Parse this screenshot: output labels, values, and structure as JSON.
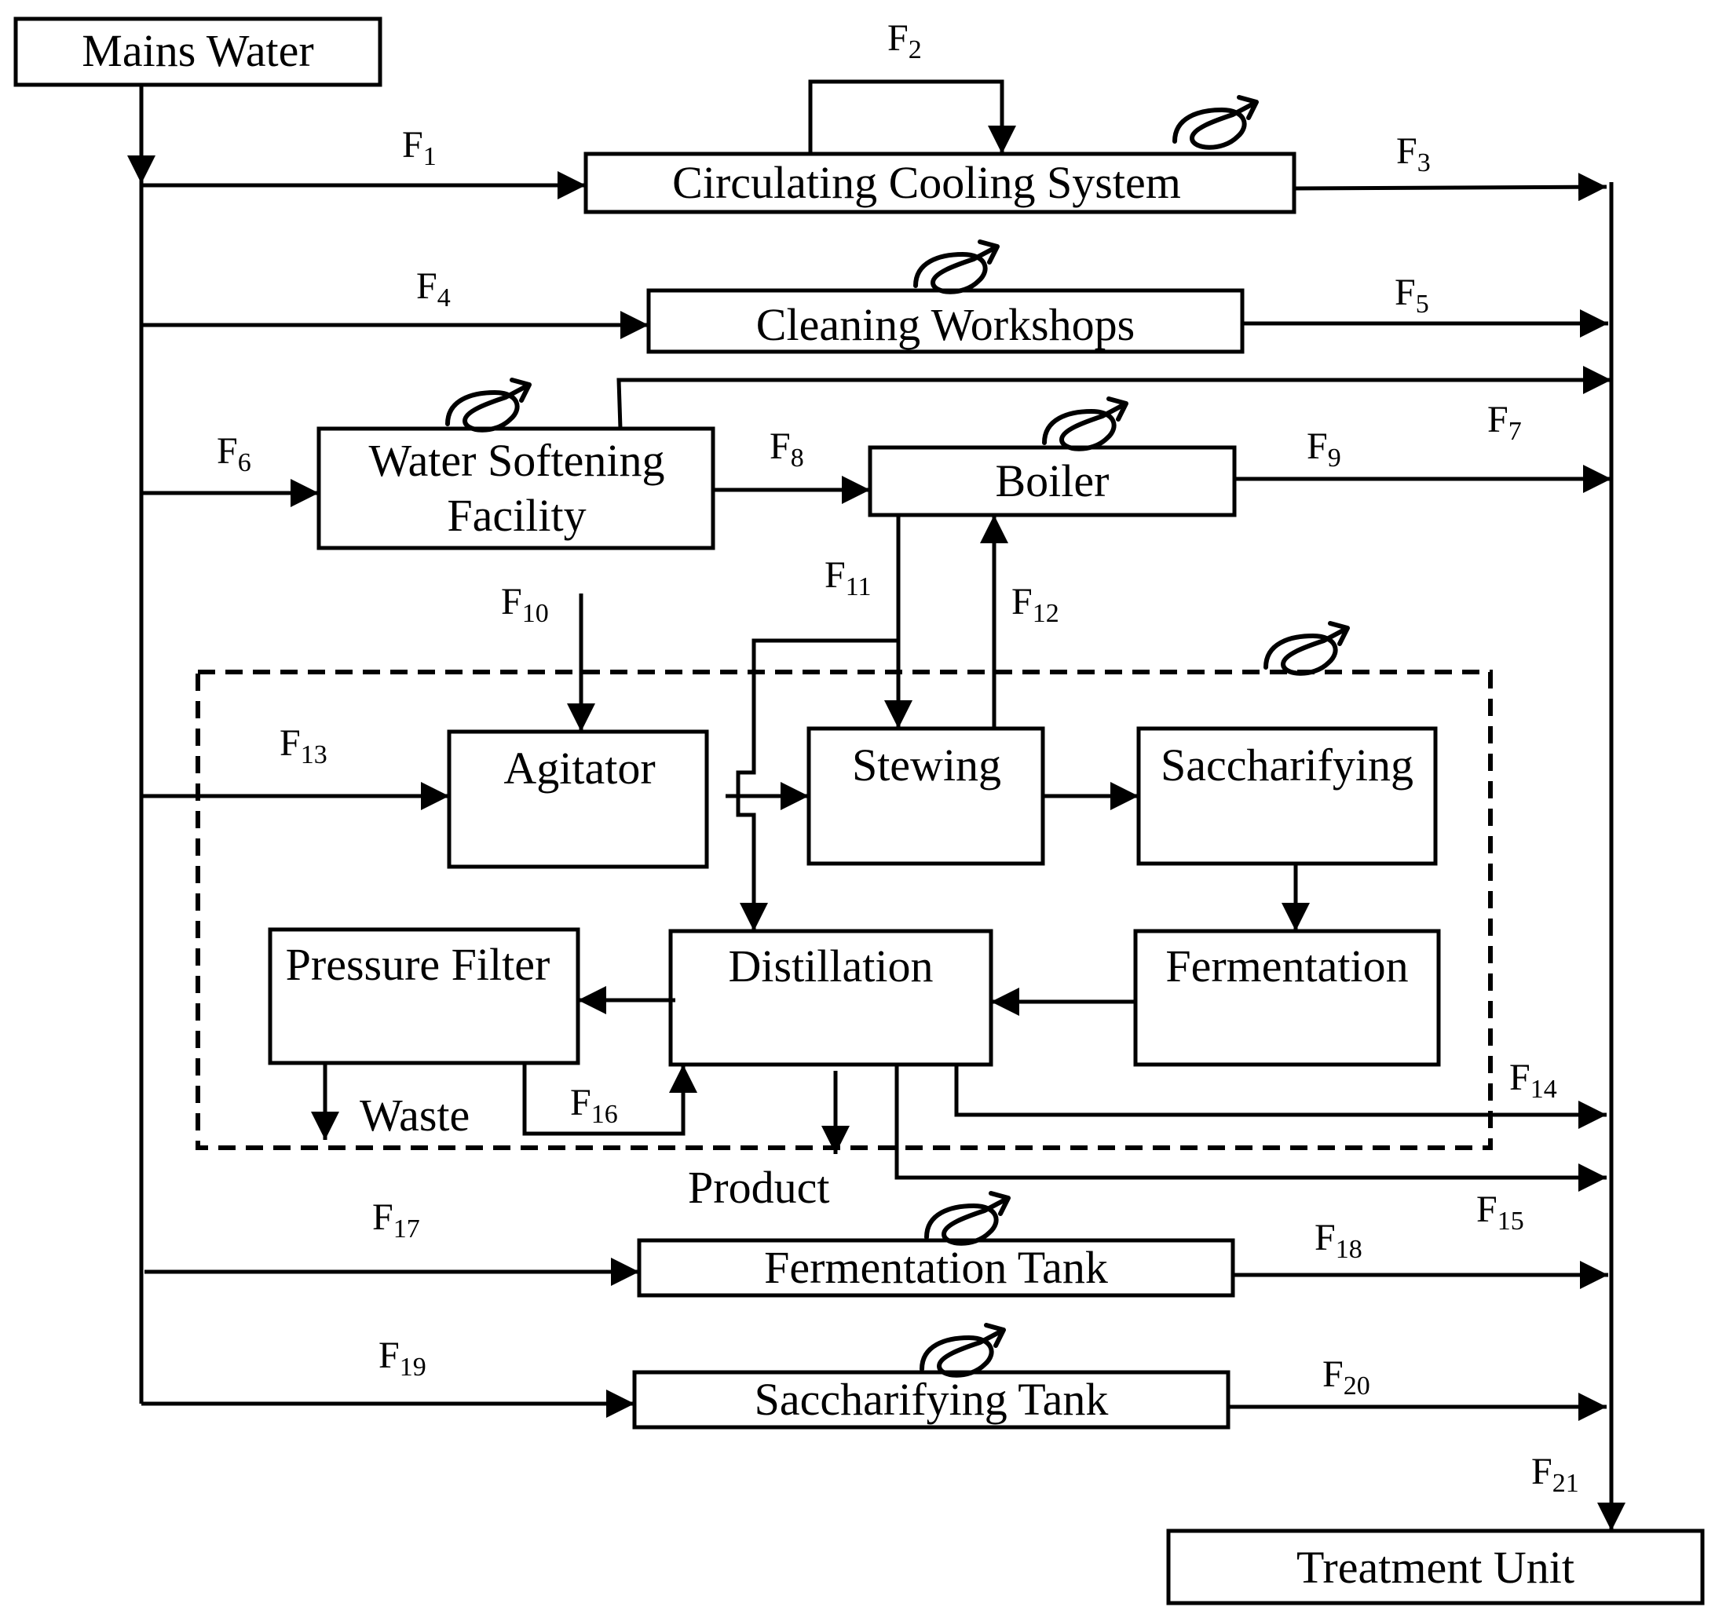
{
  "nodes": {
    "mains_water": "Mains Water",
    "circulating_cooling": "Circulating Cooling System",
    "cleaning_workshops": "Cleaning Workshops",
    "water_softening_1": "Water Softening",
    "water_softening_2": "Facility",
    "boiler": "Boiler",
    "agitator": "Agitator",
    "stewing": "Stewing",
    "saccharifying": "Saccharifying",
    "pressure_filter": "Pressure Filter",
    "distillation": "Distillation",
    "fermentation": "Fermentation",
    "fermentation_tank": "Fermentation Tank",
    "saccharifying_tank": "Saccharifying Tank",
    "treatment_unit": "Treatment Unit"
  },
  "outputs": {
    "waste": "Waste",
    "product": "Product"
  },
  "flows": {
    "f1": {
      "letter": "F",
      "sub": "1"
    },
    "f2": {
      "letter": "F",
      "sub": "2"
    },
    "f3": {
      "letter": "F",
      "sub": "3"
    },
    "f4": {
      "letter": "F",
      "sub": "4"
    },
    "f5": {
      "letter": "F",
      "sub": "5"
    },
    "f6": {
      "letter": "F",
      "sub": "6"
    },
    "f7": {
      "letter": "F",
      "sub": "7"
    },
    "f8": {
      "letter": "F",
      "sub": "8"
    },
    "f9": {
      "letter": "F",
      "sub": "9"
    },
    "f10": {
      "letter": "F",
      "sub": "10"
    },
    "f11": {
      "letter": "F",
      "sub": "11"
    },
    "f12": {
      "letter": "F",
      "sub": "12"
    },
    "f13": {
      "letter": "F",
      "sub": "13"
    },
    "f14": {
      "letter": "F",
      "sub": "14"
    },
    "f15": {
      "letter": "F",
      "sub": "15"
    },
    "f16": {
      "letter": "F",
      "sub": "16"
    },
    "f17": {
      "letter": "F",
      "sub": "17"
    },
    "f18": {
      "letter": "F",
      "sub": "18"
    },
    "f19": {
      "letter": "F",
      "sub": "19"
    },
    "f20": {
      "letter": "F",
      "sub": "20"
    },
    "f21": {
      "letter": "F",
      "sub": "21"
    }
  }
}
